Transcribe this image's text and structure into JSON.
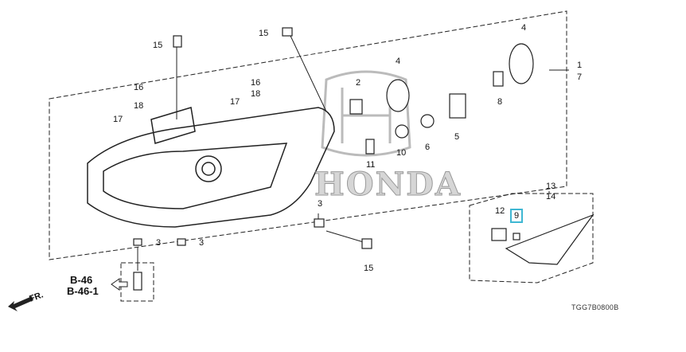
{
  "watermark": "HONDA",
  "diagram_code": "TGG7B0800B",
  "direction": "FR.",
  "reference": {
    "line1": "B-46",
    "line2": "B-46-1"
  },
  "callouts": {
    "c15a": "15",
    "c15b": "15",
    "c15c": "15",
    "c4a": "4",
    "c4b": "4",
    "c1": "1",
    "c7": "7",
    "c16a": "16",
    "c18a": "18",
    "c16b": "16",
    "c18b": "18",
    "c17a": "17",
    "c17b": "17",
    "c2": "2",
    "c8": "8",
    "c5": "5",
    "c6": "6",
    "c10": "10",
    "c11": "11",
    "c13": "13",
    "c14": "14",
    "c3a": "3",
    "c3b": "3",
    "c3c": "3",
    "c12": "12",
    "c9": "9"
  },
  "highlight_color": "#3fb7d3"
}
